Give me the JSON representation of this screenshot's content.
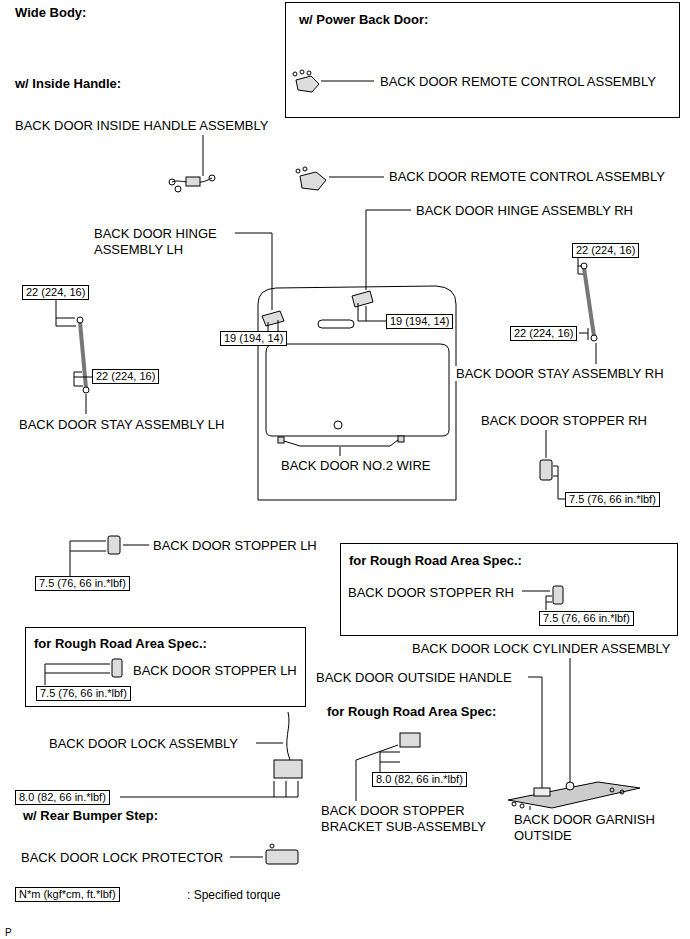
{
  "diagram": {
    "title": "Wide Body:",
    "nodes": [
      {
        "text": [
          "w/ Power Back Door:",
          "BACK DOOR REMOTE CONTROL ASSEMBLY"
        ]
      },
      {
        "text": [
          "22 (224, 16)"
        ]
      },
      {
        "text": [
          "22 (224, 16)"
        ]
      },
      {
        "text": [
          "19 (194, 14)"
        ]
      },
      {
        "text": [
          "22 (224, 16)"
        ]
      },
      {
        "text": [
          "19 (194, 14)"
        ]
      },
      {
        "text": [
          "22 (224, 16)"
        ]
      },
      {
        "text": [
          "7.5 (76, 66 in.*lbf)"
        ]
      },
      {
        "text": [
          "7.5 (76, 66 in.*lbf)"
        ]
      },
      {
        "text": [
          "for Rough Road Area Spec.:",
          "BACK DOOR STOPPER RH"
        ]
      },
      {
        "text": [
          "7.5 (76, 66 in.*lbf)"
        ],
        "in": 9
      },
      {
        "text": [
          "for Rough Road Area Spec.:",
          "BACK DOOR STOPPER LH"
        ]
      },
      {
        "text": [
          "7.5 (76, 66 in.*lbf)"
        ],
        "in": 11
      },
      {
        "text": [
          "8.0 (82, 66 in.*lbf)"
        ]
      },
      {
        "text": [
          "8.0 (82, 66 in.*lbf)"
        ]
      },
      {
        "text": [
          "N*m (kgf*cm, ft.*lbf)"
        ]
      }
    ],
    "labels": [
      "w/ Inside Handle:",
      "BACK DOOR INSIDE HANDLE ASSEMBLY",
      "BACK DOOR REMOTE CONTROL ASSEMBLY",
      "BACK DOOR HINGE ASSEMBLY RH",
      "BACK DOOR HINGE ASSEMBLY LH",
      "BACK DOOR STAY ASSEMBLY RH",
      "BACK DOOR STOPPER RH",
      "BACK DOOR STAY ASSEMBLY LH",
      "BACK DOOR NO.2 WIRE",
      "BACK DOOR STOPPER LH",
      "BACK DOOR LOCK CYLINDER ASSEMBLY",
      "BACK DOOR OUTSIDE HANDLE",
      "for Rough Road Area Spec:",
      "BACK DOOR LOCK ASSEMBLY",
      "w/ Rear Bumper Step:",
      "BACK DOOR STOPPER BRACKET SUB-ASSEMBLY",
      "BACK DOOR GARNISH OUTSIDE",
      "BACK DOOR LOCK PROTECTOR",
      ": Specified torque",
      "P"
    ]
  }
}
